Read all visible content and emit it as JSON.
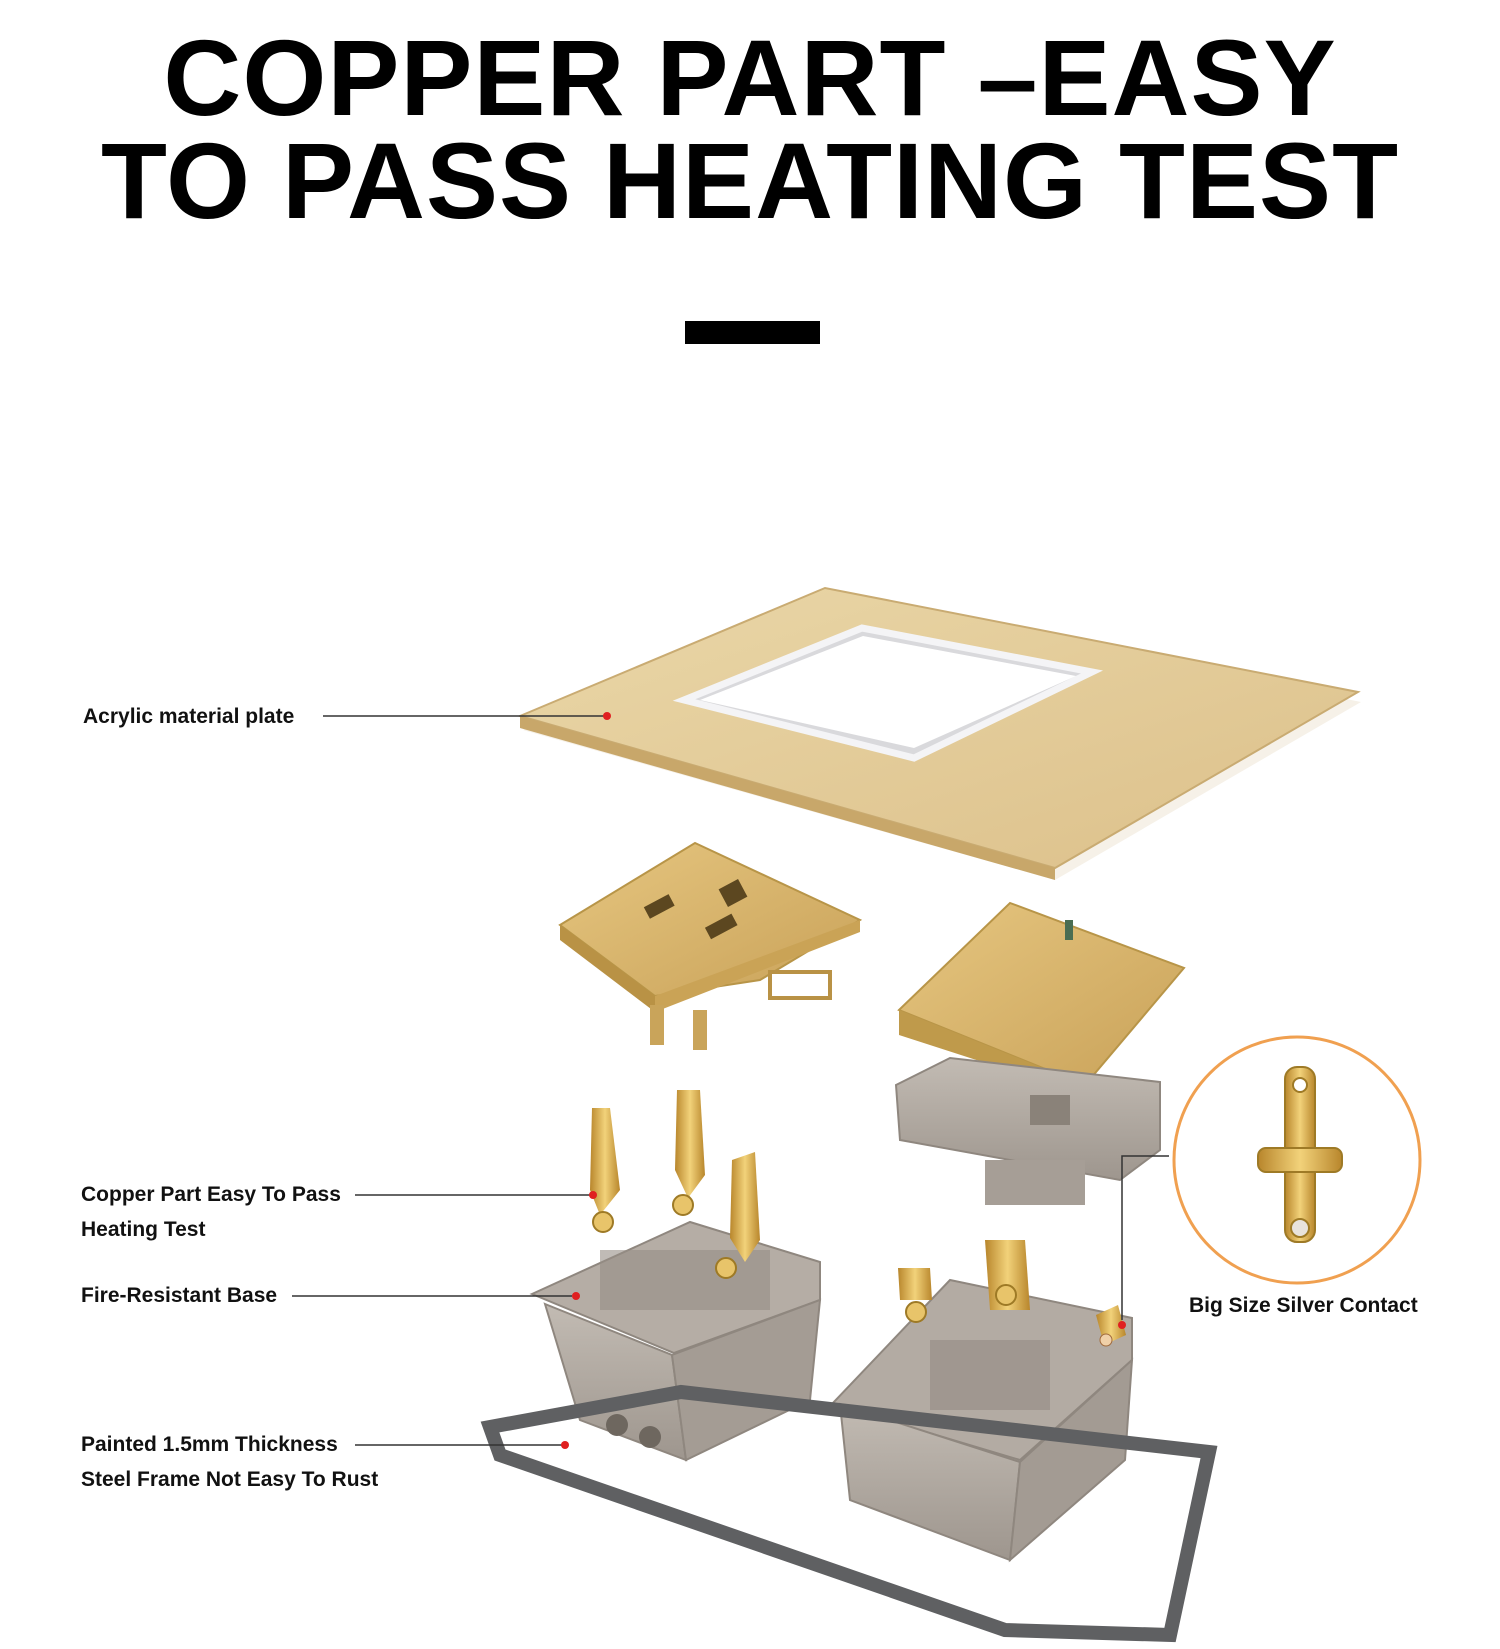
{
  "headline": {
    "line1": "COPPER PART –EASY",
    "line2": "TO PASS HEATING TEST"
  },
  "callouts": [
    {
      "lines": [
        "Acrylic material plate"
      ]
    },
    {
      "lines": [
        "Copper Part Easy To Pass",
        "Heating Test"
      ]
    },
    {
      "lines": [
        "Fire-Resistant Base"
      ]
    },
    {
      "lines": [
        "Painted 1.5mm Thickness",
        "Steel Frame Not Easy To Rust"
      ]
    }
  ],
  "detail": {
    "label": "Big Size Silver Contact"
  },
  "colors": {
    "gold": "#d7b46a",
    "gold_dark": "#b8923f",
    "plastic_gray": "#b3aba3",
    "frame_gray": "#5f6062",
    "marker_red": "#e02020",
    "circle_orange": "#f0a050"
  }
}
